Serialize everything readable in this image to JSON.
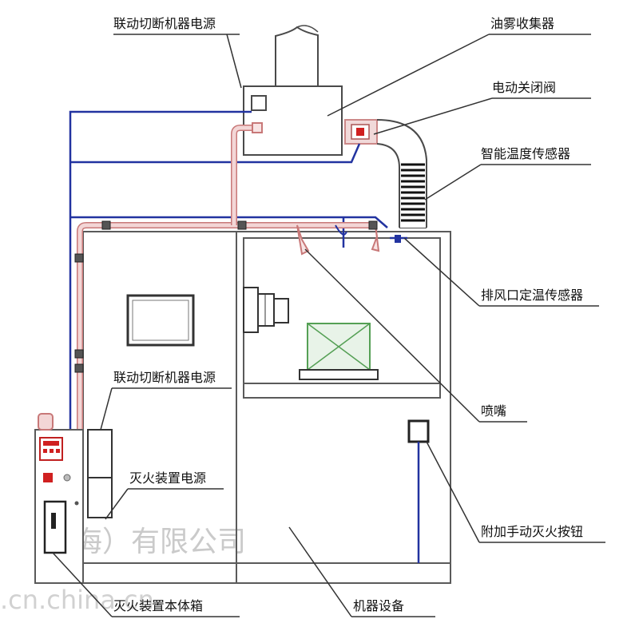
{
  "labels": {
    "interlock_power_top": "联动切断机器电源",
    "oil_mist_collector": "油雾收集器",
    "electric_shutoff_valve": "电动关闭阀",
    "smart_temp_sensor": "智能温度传感器",
    "exhaust_temp_sensor": "排风口定温传感器",
    "nozzle": "喷嘴",
    "manual_button": "附加手动灭火按钮",
    "machine_equipment": "机器设备",
    "interlock_power_left": "联动切断机器电源",
    "extinguisher_power": "灭火装置电源",
    "extinguisher_cabinet": "灭火装置本体箱"
  },
  "watermark": {
    "company": "（上海）有限公司",
    "site": ".cn.china.cn"
  },
  "colors": {
    "outline": "#5a5a5a",
    "signal_line": "#2233a0",
    "pipe_fill": "#f3d6d6",
    "pipe_edge": "#c87878",
    "indicator_red": "#d02020",
    "workpiece_green": "#55a055"
  }
}
